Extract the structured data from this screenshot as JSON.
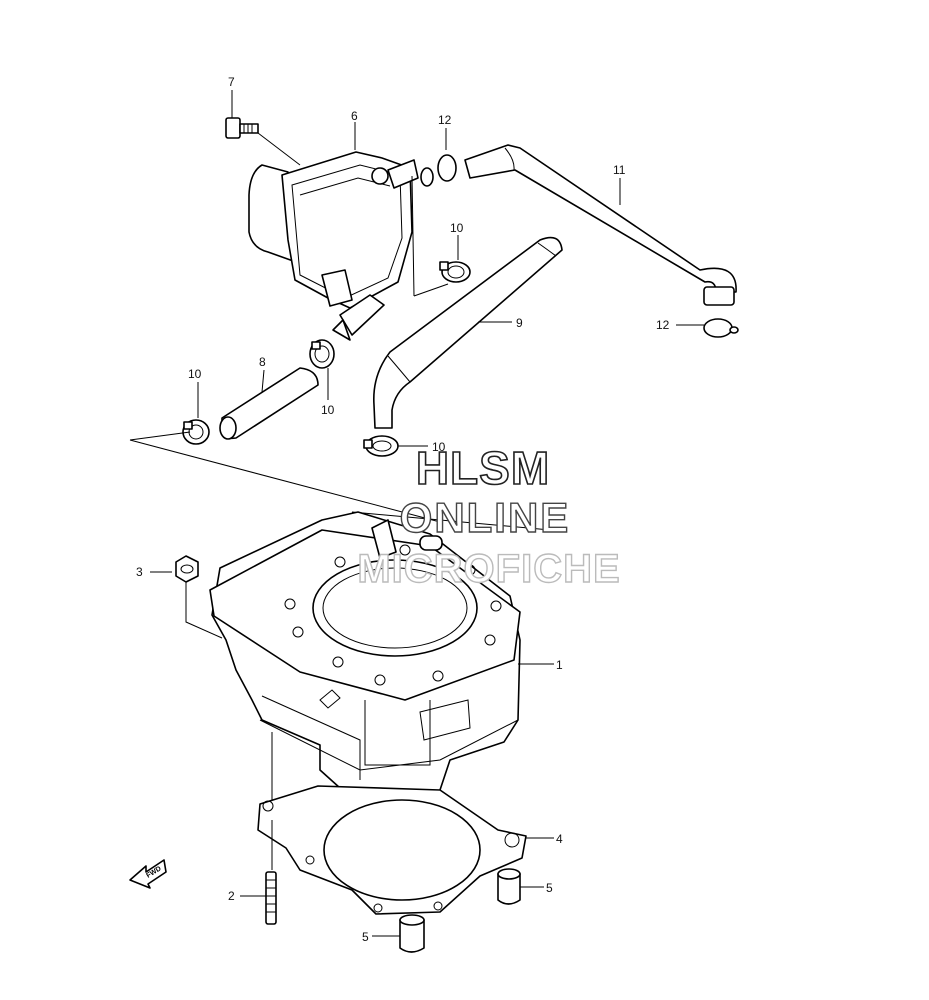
{
  "callouts": [
    {
      "id": "c1",
      "label": "1"
    },
    {
      "id": "c2",
      "label": "2"
    },
    {
      "id": "c3",
      "label": "3"
    },
    {
      "id": "c4",
      "label": "4"
    },
    {
      "id": "c5a",
      "label": "5"
    },
    {
      "id": "c5b",
      "label": "5"
    },
    {
      "id": "c6",
      "label": "6"
    },
    {
      "id": "c7",
      "label": "7"
    },
    {
      "id": "c8",
      "label": "8"
    },
    {
      "id": "c9",
      "label": "9"
    },
    {
      "id": "c10a",
      "label": "10"
    },
    {
      "id": "c10b",
      "label": "10"
    },
    {
      "id": "c10c",
      "label": "10"
    },
    {
      "id": "c10d",
      "label": "10"
    },
    {
      "id": "c11",
      "label": "11"
    },
    {
      "id": "c12a",
      "label": "12"
    },
    {
      "id": "c12b",
      "label": "12"
    }
  ],
  "watermark": {
    "line1": "HLSM",
    "line2": "ONLINE",
    "line3": "MICROFICHE"
  },
  "direction_marker": {
    "text": "FWD"
  }
}
